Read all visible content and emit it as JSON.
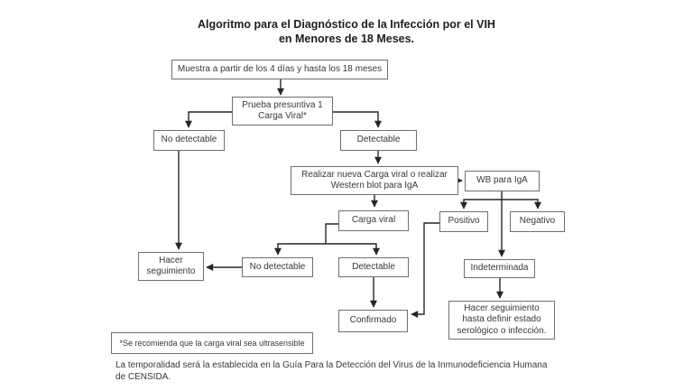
{
  "title": {
    "lines": [
      "Algoritmo para el Diagnóstico de la Infección por el VIH",
      "en Menores de 18 Meses."
    ]
  },
  "nodes": {
    "muestra": "Muestra a partir de los 4 días y hasta los 18 meses",
    "prueba_presuntiva": [
      "Prueba presuntiva 1",
      "Carga Viral*"
    ],
    "no_detectable_1": "No detectable",
    "detectable_1": "Detectable",
    "realizar": [
      "Realizar nueva Carga viral o realizar",
      "Western blot para IgA"
    ],
    "wb_iga": "WB para IgA",
    "carga_viral": "Carga viral",
    "positivo": "Positivo",
    "negativo": "Negativo",
    "hacer_seguimiento": [
      "Hacer",
      "seguimiento"
    ],
    "no_detectable_2": "No detectable",
    "detectable_2": "Detectable",
    "indeterminada": "Indeterminada",
    "confirmado": "Confirmado",
    "hacer_seguimiento_largo": [
      "Hacer seguimiento",
      "hasta definir estado",
      "serológico o infección."
    ]
  },
  "footnote": "*Se recomienda que la carga viral sea ultrasensible",
  "caption": {
    "lines": [
      "La temporalidad será la establecida en la Guía Para la Detección del Virus de la Inmunodeficiencia Humana",
      "de CENSIDA."
    ]
  },
  "colors": {
    "background": "#ffffff",
    "border": "#6f6f6f",
    "text": "#383838",
    "title_text": "#1d1d1d",
    "line": "#262626"
  }
}
